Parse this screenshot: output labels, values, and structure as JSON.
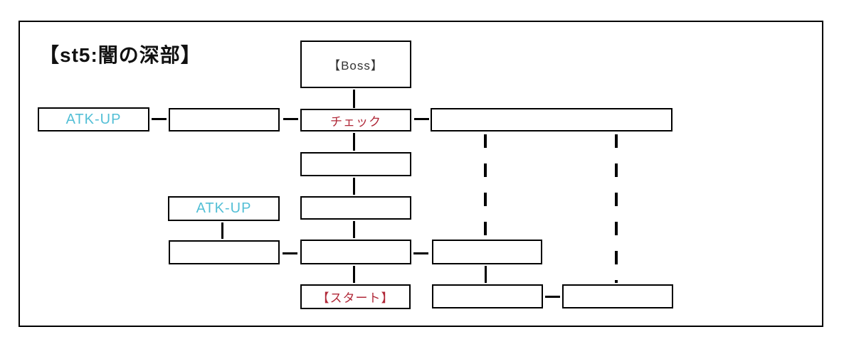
{
  "title": "【st5:闇の深部】",
  "colors": {
    "frame_border": "#000000",
    "box_border": "#000000",
    "title_text": "#111111",
    "boss_text": "#333333",
    "atk_up_text": "#53bfd6",
    "check_text": "#b02838",
    "start_text": "#b02838",
    "background": "#ffffff",
    "connector": "#000000"
  },
  "diagram": {
    "nodes": [
      {
        "id": "boss",
        "label": "【Boss】"
      },
      {
        "id": "atk-up-1",
        "label": "ATK-UP"
      },
      {
        "id": "empty-1",
        "label": ""
      },
      {
        "id": "check",
        "label": "チェック"
      },
      {
        "id": "empty-wide",
        "label": ""
      },
      {
        "id": "empty-2",
        "label": ""
      },
      {
        "id": "atk-up-2",
        "label": "ATK-UP"
      },
      {
        "id": "empty-3",
        "label": ""
      },
      {
        "id": "empty-4",
        "label": ""
      },
      {
        "id": "empty-5",
        "label": ""
      },
      {
        "id": "empty-6",
        "label": ""
      },
      {
        "id": "start",
        "label": "【スタート】"
      },
      {
        "id": "empty-7",
        "label": ""
      },
      {
        "id": "empty-8",
        "label": ""
      }
    ],
    "connector_styles": {
      "solid": "direct path",
      "dashed": "hidden / alternate path"
    }
  }
}
